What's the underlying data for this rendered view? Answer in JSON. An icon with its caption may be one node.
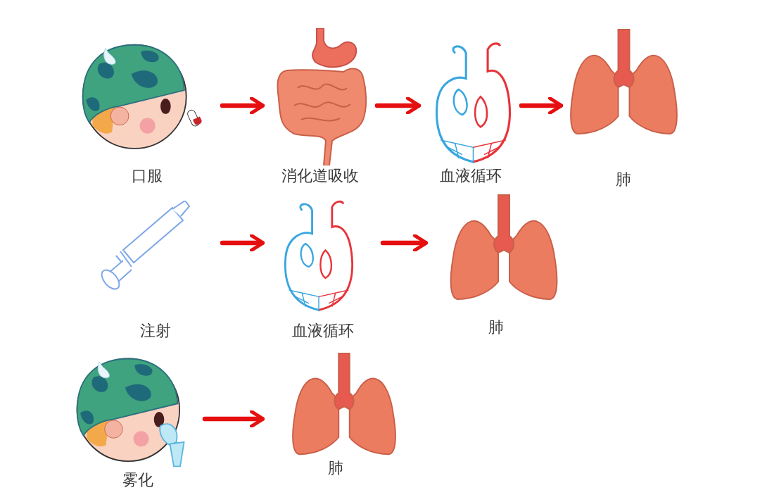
{
  "diagram": {
    "nodes": [
      {
        "text": [
          "口服"
        ]
      },
      {
        "text": [
          "消化道吸收"
        ]
      },
      {
        "text": [
          "血液循环"
        ]
      },
      {
        "text": [
          "肺"
        ]
      },
      {
        "text": [
          "注射"
        ]
      },
      {
        "text": [
          "血液循环"
        ]
      },
      {
        "text": [
          "肺"
        ]
      },
      {
        "text": [
          "雾化"
        ]
      },
      {
        "text": [
          "肺"
        ]
      }
    ],
    "edges": [
      {
        "from": 0,
        "to": 1,
        "arrow": "to"
      },
      {
        "from": 1,
        "to": 2,
        "arrow": "to"
      },
      {
        "from": 2,
        "to": 3,
        "arrow": "to"
      },
      {
        "from": 4,
        "to": 5,
        "arrow": "to"
      },
      {
        "from": 5,
        "to": 6,
        "arrow": "to"
      },
      {
        "from": 7,
        "to": 8,
        "arrow": "to"
      }
    ]
  }
}
